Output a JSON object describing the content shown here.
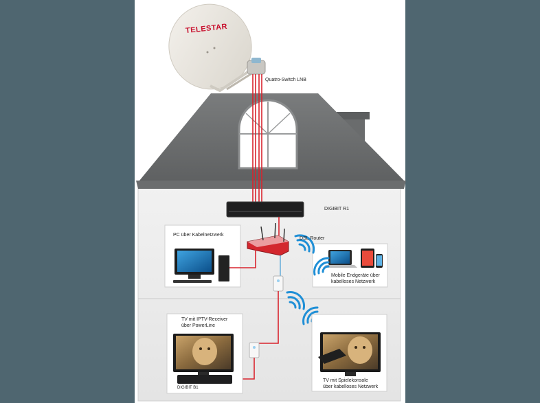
{
  "diagram": {
    "dish_brand": "TELESTAR",
    "lnb_label": "Quatro-Switch LNB",
    "receiver_label": "DIGIBIT R1",
    "router_label": "DSL Router",
    "pc_label": "PC über Kabelnetzwerk",
    "mobile_label_1": "Mobile Endgeräte über",
    "mobile_label_2": "kabelloses Netzwerk",
    "tv_iptv_label_1": "TV mit IPTV-Receiver",
    "tv_iptv_label_2": "über PowerLine",
    "box_receiver_label": "DIGIBIT B1",
    "tv_console_label_1": "TV mit Spielekonsole",
    "tv_console_label_2": "über kabelloses Netzwerk"
  },
  "colors": {
    "background": "#4f6670",
    "roof": "#6f7172",
    "wall": "#ececec",
    "cable_red": "#d9232d",
    "cable_blue": "#5aa7d8",
    "wifi_blue": "#1f8fd6",
    "dish": "#e8e5df",
    "brand_red": "#c8102e"
  }
}
